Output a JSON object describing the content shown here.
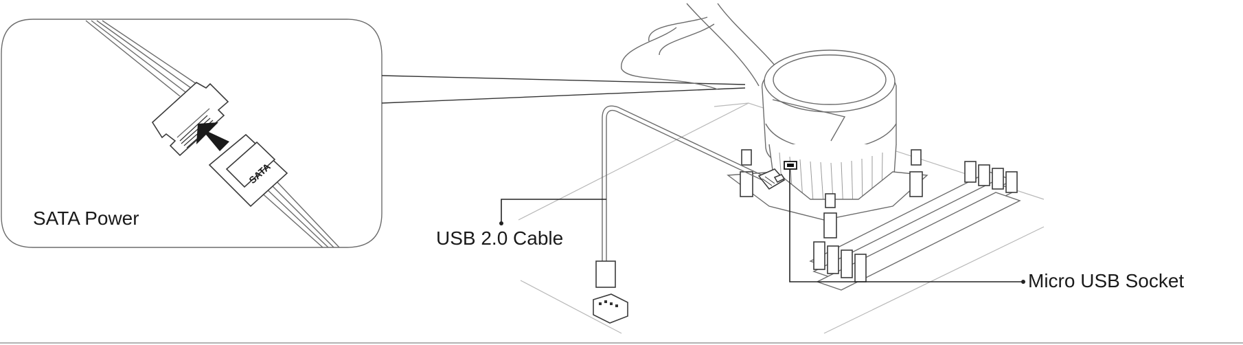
{
  "labels": {
    "sata_power": "SATA Power",
    "usb_cable": "USB 2.0 Cable",
    "micro_usb_socket": "Micro USB Socket",
    "sata_connector_text": "SATA"
  },
  "icons": {
    "arrow": "insert-direction-arrow-icon"
  },
  "colors": {
    "line": "#6b6b6b",
    "dark": "#222222",
    "background": "#ffffff"
  }
}
